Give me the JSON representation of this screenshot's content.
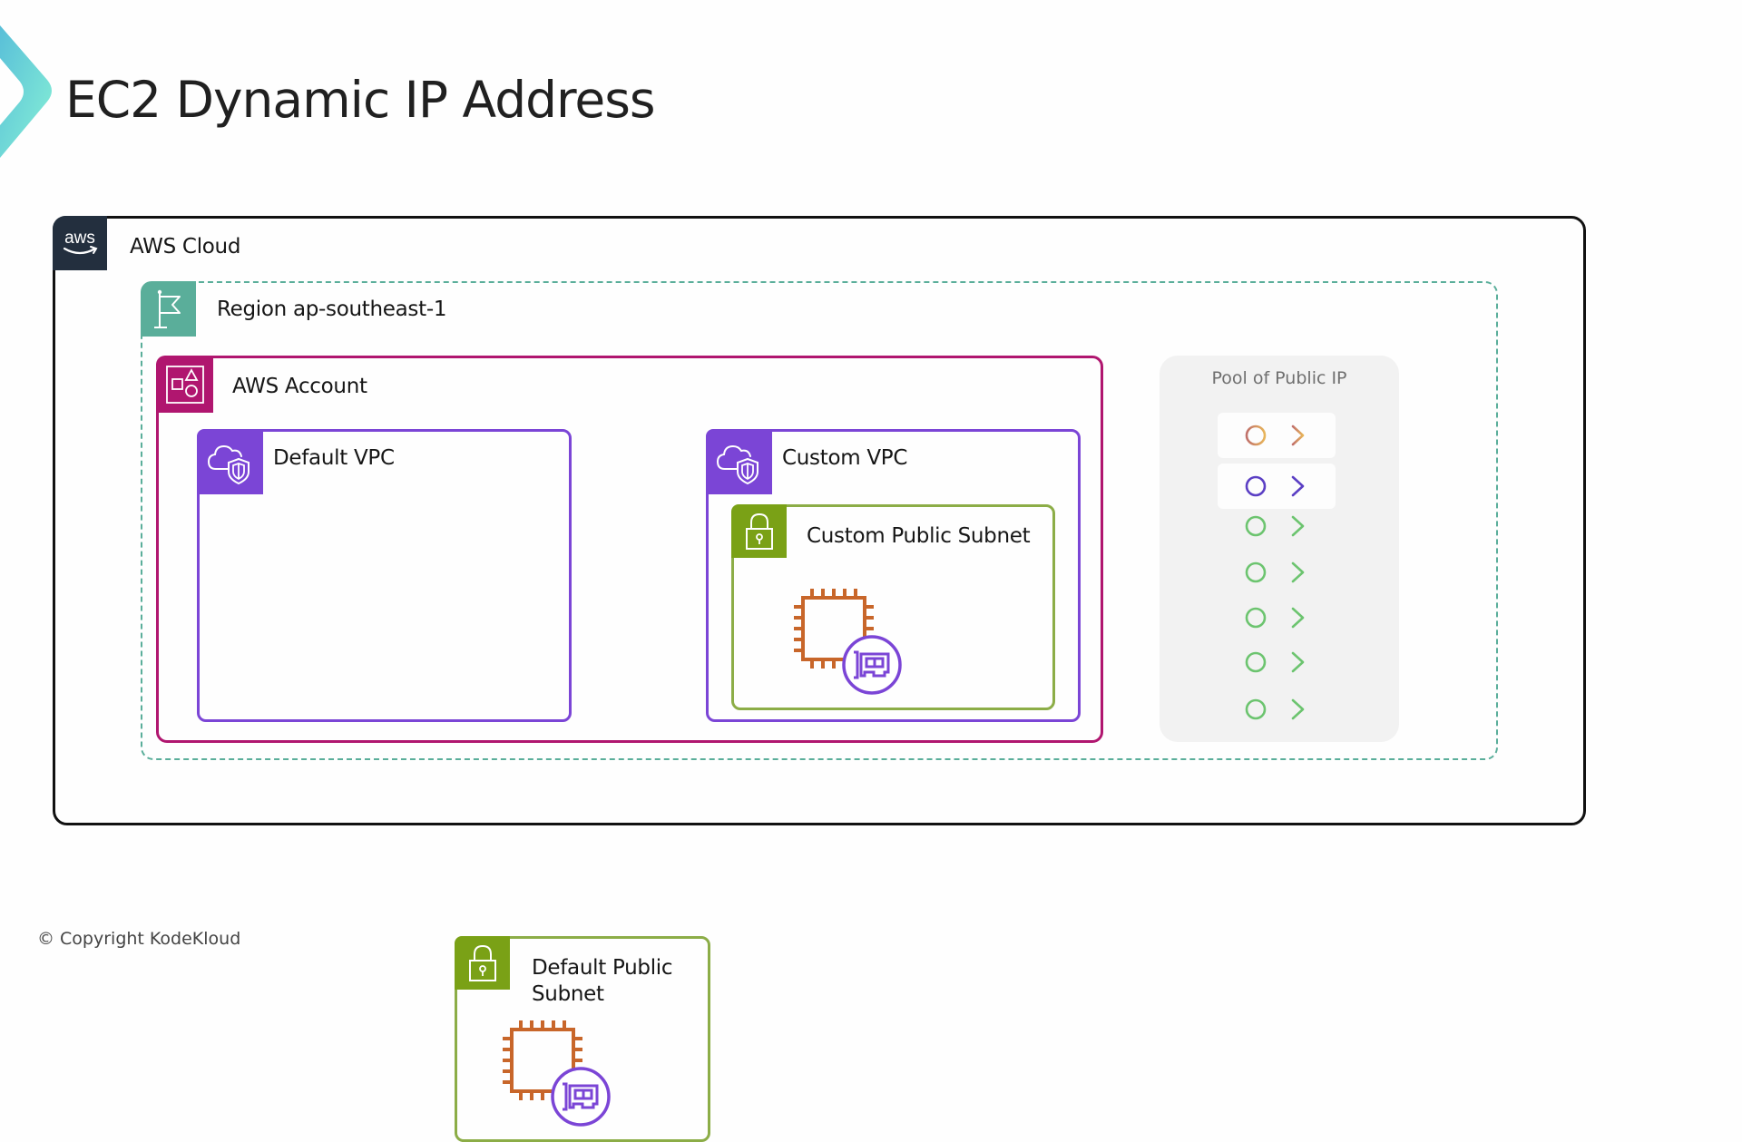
{
  "slide": {
    "title": "EC2 Dynamic IP Address",
    "copyright": "© Copyright KodeKloud"
  },
  "colors": {
    "aws_cloud": "#232f3e",
    "region": "#5aae9a",
    "account": "#b0166f",
    "vpc": "#7b45d6",
    "subnet": "#7aa116",
    "ec2": "#c8662a",
    "eni": "#7b45d6",
    "pool_bg": "#f2f2f2"
  },
  "diagram": {
    "aws_cloud": {
      "label": "AWS Cloud",
      "icon": "aws-logo-icon"
    },
    "region": {
      "label": "Region ap-southeast-1",
      "icon": "flag-icon"
    },
    "account": {
      "label": "AWS Account",
      "icon": "account-shapes-icon"
    },
    "vpcs": [
      {
        "label": "Default VPC",
        "icon": "vpc-cloud-shield-icon",
        "subnet": {
          "label_line1": "Default Public",
          "label_line2": "Subnet",
          "icon": "lock-icon"
        },
        "instance": {
          "icon": "ec2-instance-with-eni-icon"
        }
      },
      {
        "label": "Custom VPC",
        "icon": "vpc-cloud-shield-icon",
        "subnet": {
          "label_line1": "Custom Public Subnet",
          "label_line2": "",
          "icon": "lock-icon"
        },
        "instance": {
          "icon": "ec2-instance-with-eni-icon"
        }
      }
    ],
    "pool": {
      "title": "Pool of Public IP",
      "ips": [
        {
          "icon": "ip-address-icon",
          "color_start": "#c0706b",
          "color_end": "#e8b55a",
          "state": "assigned",
          "highlight": true
        },
        {
          "icon": "ip-address-icon",
          "color_start": "#5b3fc4",
          "color_end": "#5b3fc4",
          "state": "assigned",
          "highlight": true
        },
        {
          "icon": "ip-address-icon",
          "color_start": "#6cc46f",
          "color_end": "#6cc46f",
          "state": "available",
          "highlight": false
        },
        {
          "icon": "ip-address-icon",
          "color_start": "#6cc46f",
          "color_end": "#6cc46f",
          "state": "available",
          "highlight": false
        },
        {
          "icon": "ip-address-icon",
          "color_start": "#6cc46f",
          "color_end": "#6cc46f",
          "state": "available",
          "highlight": false
        },
        {
          "icon": "ip-address-icon",
          "color_start": "#6cc46f",
          "color_end": "#6cc46f",
          "state": "available",
          "highlight": false
        },
        {
          "icon": "ip-address-icon",
          "color_start": "#6cc46f",
          "color_end": "#6cc46f",
          "state": "available",
          "highlight": false
        }
      ]
    }
  }
}
